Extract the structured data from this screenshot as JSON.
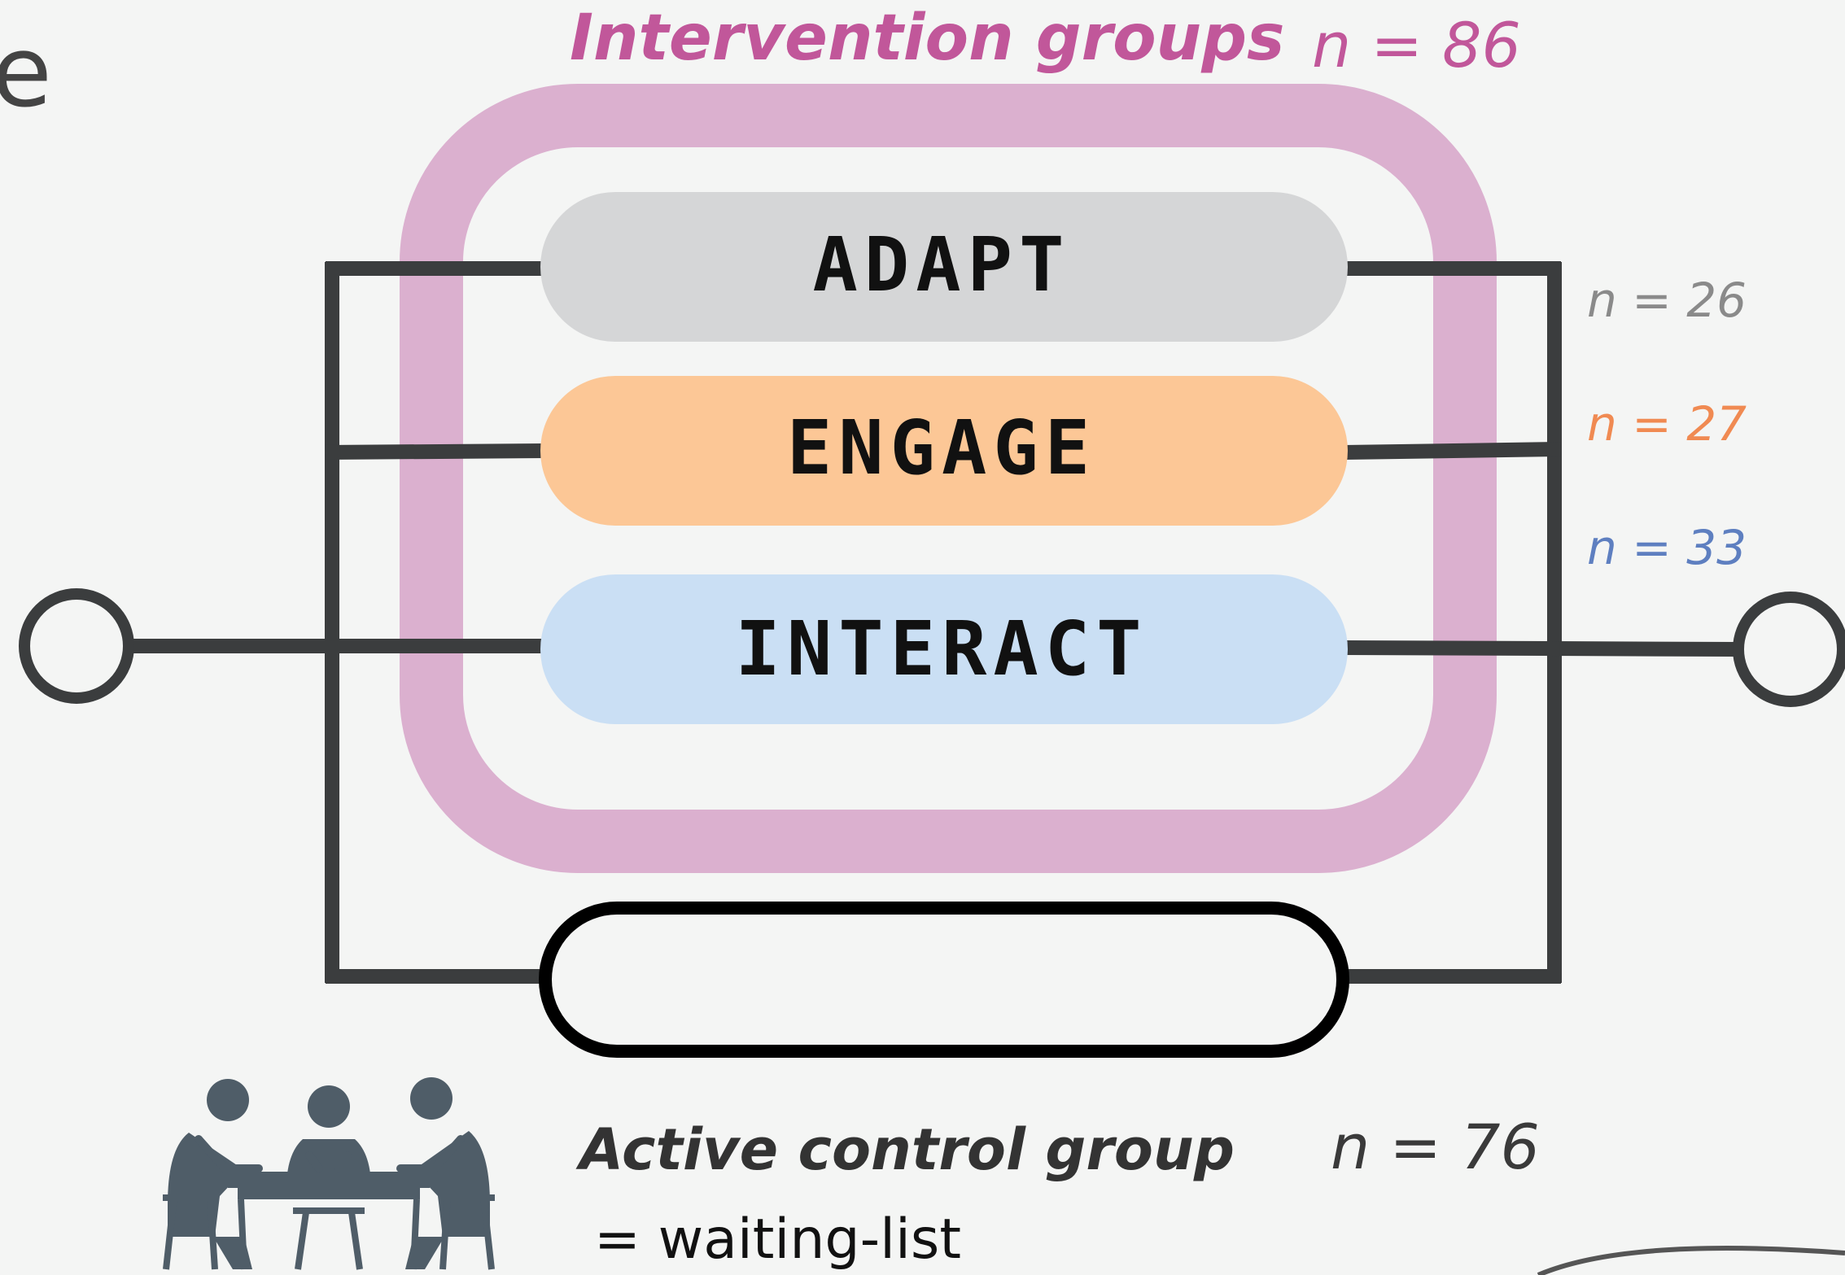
{
  "intervention": {
    "title": "Intervention groups",
    "n_label": "n = 86"
  },
  "groups": [
    {
      "label": "ADAPT",
      "n_label": "n = 26",
      "color": "#d5d6d7",
      "n_color": "#8a8a8a"
    },
    {
      "label": "ENGAGE",
      "n_label": "n = 27",
      "color": "#fcc796",
      "n_color": "#f08a52"
    },
    {
      "label": "INTERACT",
      "n_label": "n = 33",
      "color": "#cadff4",
      "n_color": "#5e7fc0"
    }
  ],
  "control": {
    "title": "Active control group",
    "n_label": "n = 76",
    "subtitle": "= waiting-list",
    "icon": "people-playing-cards-icon"
  },
  "partial_text": "e",
  "colors": {
    "frame": "#dbb0cf",
    "accent": "#c1579a",
    "lines": "#3b3d3e",
    "background": "#f4f5f4"
  }
}
